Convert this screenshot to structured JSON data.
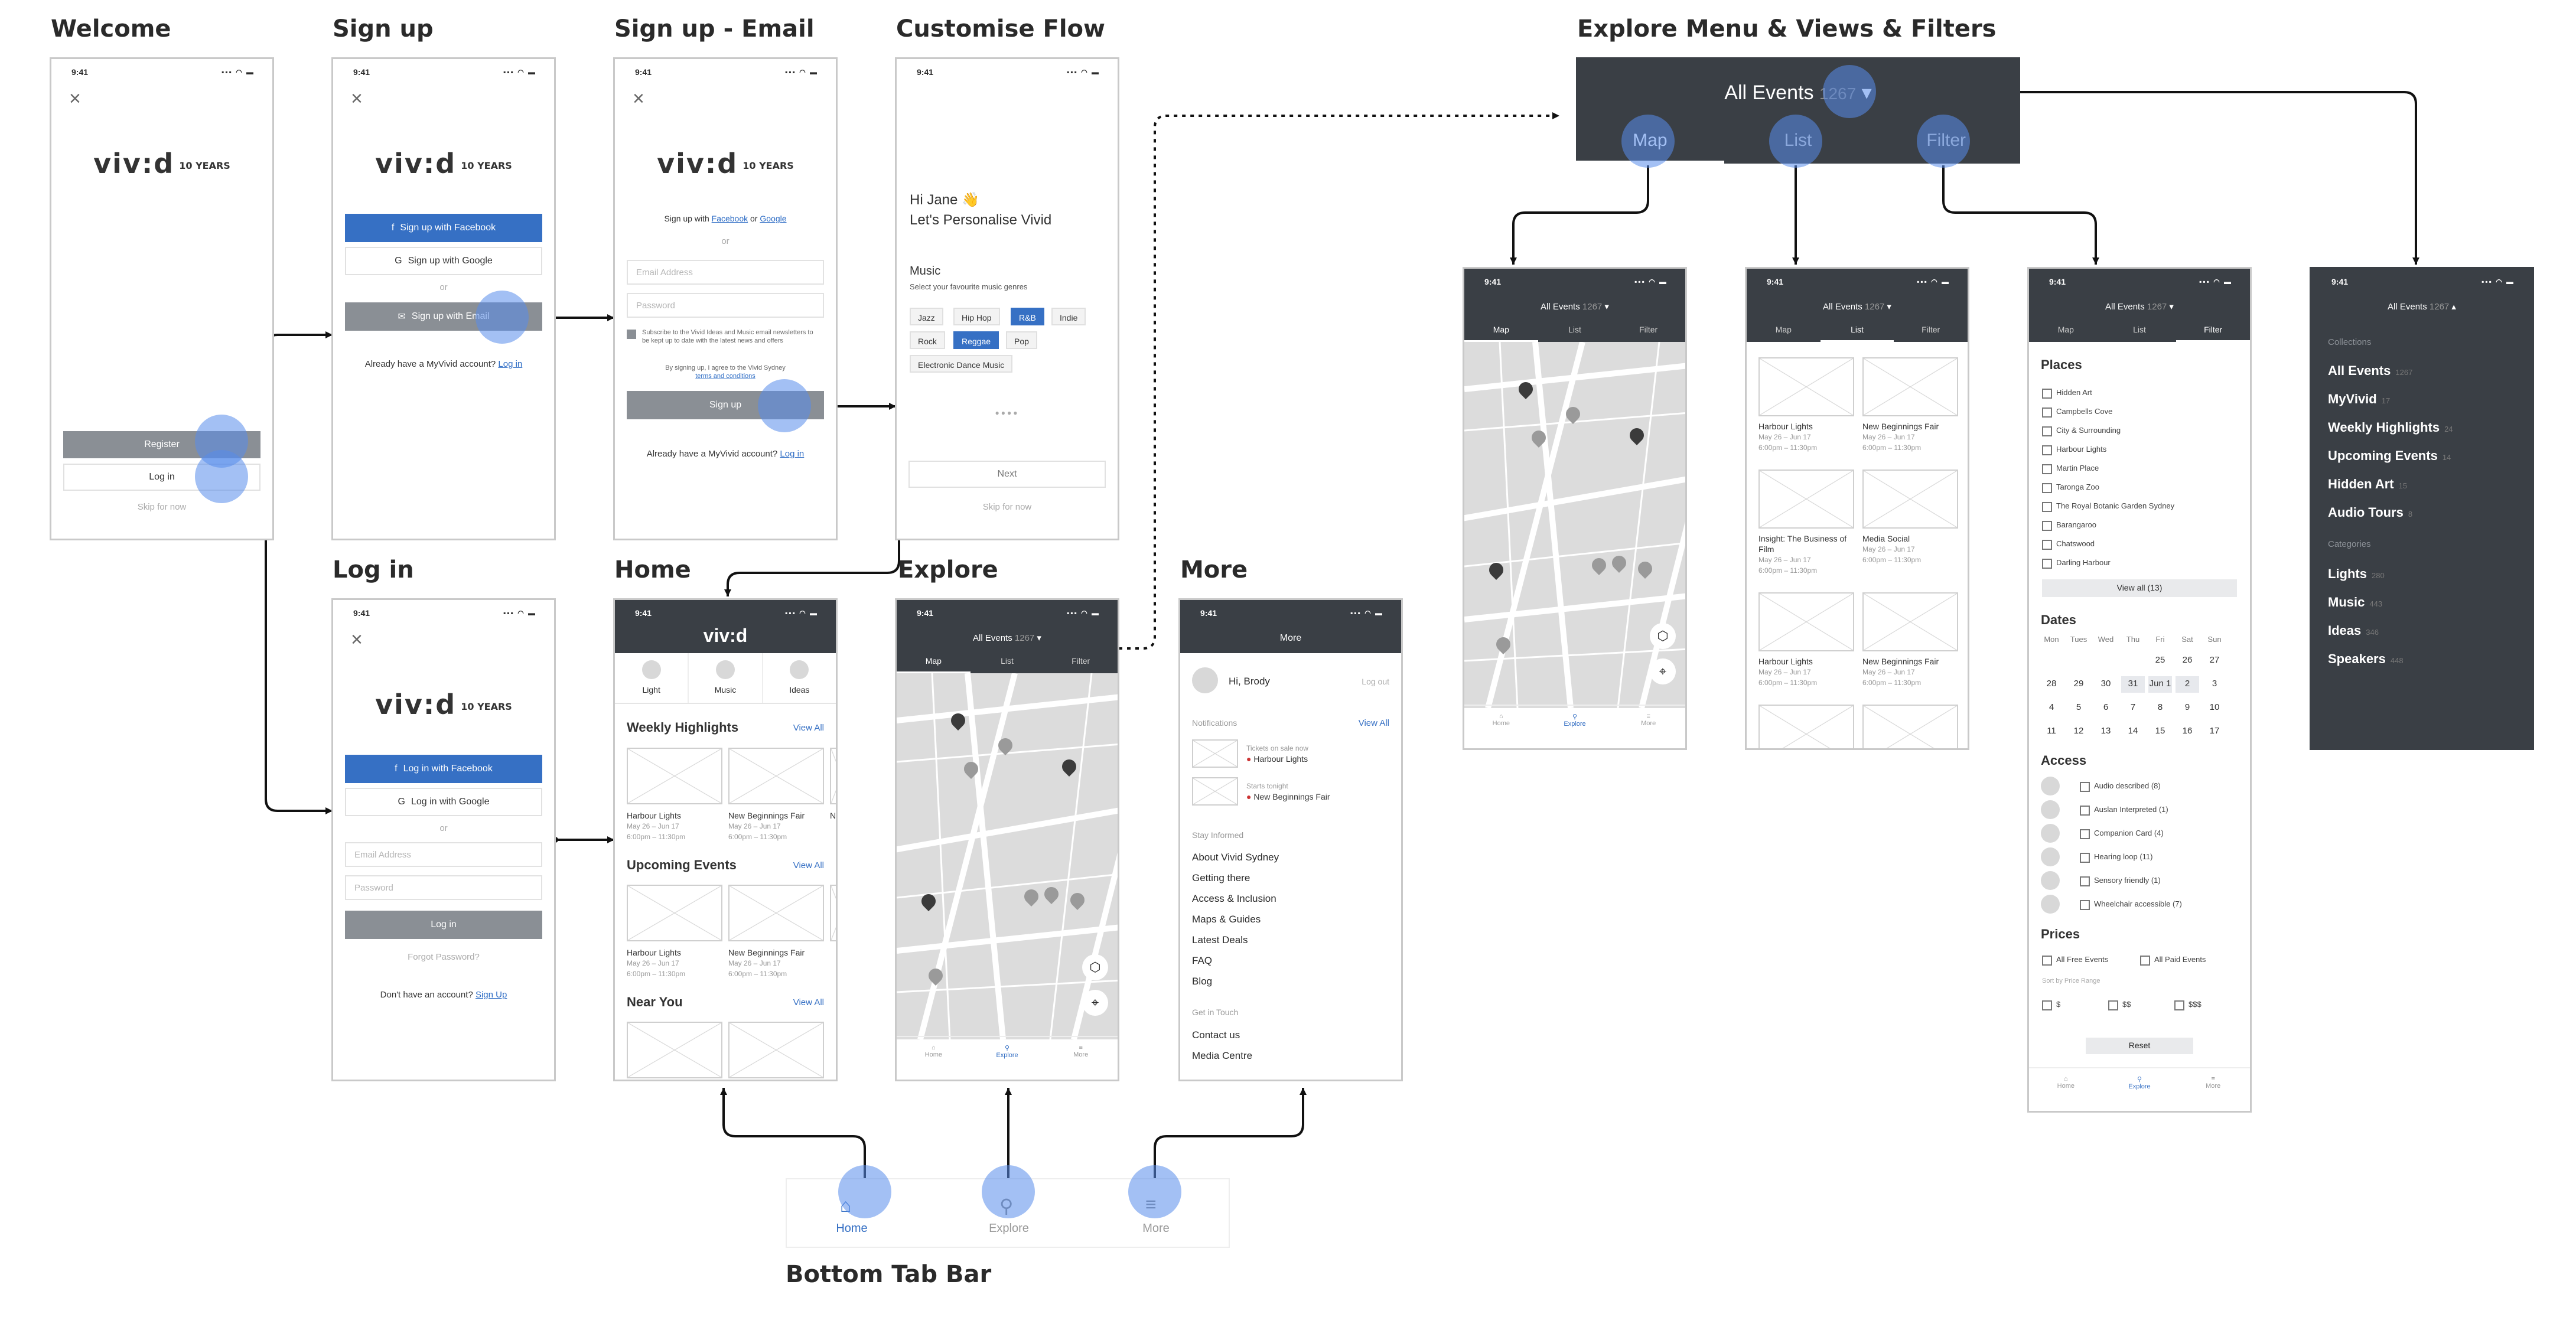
{
  "status": {
    "time": "9:41",
    "icons": "▪▪▪ ◠ ▬"
  },
  "titles": {
    "welcome": "Welcome",
    "signup": "Sign up",
    "signup_email": "Sign up - Email",
    "customise": "Customise Flow",
    "explore_menu": "Explore Menu & Views & Filters",
    "login": "Log in",
    "home": "Home",
    "explore": "Explore",
    "more": "More",
    "bottom_tab": "Bottom Tab Bar"
  },
  "logo": {
    "text": "viv:d",
    "badge": "10 YEARS"
  },
  "welcome": {
    "register": "Register",
    "login": "Log in",
    "skip": "Skip for now"
  },
  "signup": {
    "facebook": "Sign up with Facebook",
    "google": "Sign up with Google",
    "or": "or",
    "email": "Sign up with Email",
    "already": "Already have a MyVivid account?",
    "login_link": "Log in"
  },
  "signup_email": {
    "with": "Sign up with",
    "facebook": "Facebook",
    "or_word": "or",
    "google": "Google",
    "email": "Email Address",
    "password": "Password",
    "subscribe": "Subscribe to the Vivid Ideas and Music email newsletters to be kept up to date with the latest news and offers",
    "terms_pre": "By signing up, I agree to the Vivid Sydney",
    "terms": "terms and conditions",
    "signup": "Sign up",
    "already": "Already have a MyVivid account?",
    "login_link": "Log in"
  },
  "customise": {
    "hi": "Hi Jane 👋",
    "personalise": "Let's Personalise Vivid",
    "music": "Music",
    "select": "Select your favourite music genres",
    "genres": [
      "Jazz",
      "Hip Hop",
      "R&B",
      "Indie",
      "Rock",
      "Reggae",
      "Pop",
      "Electronic Dance Music"
    ],
    "next": "Next",
    "skip": "Skip for now"
  },
  "login": {
    "facebook": "Log in with Facebook",
    "google": "Log in with Google",
    "or": "or",
    "email": "Email Address",
    "password": "Password",
    "login": "Log in",
    "forgot": "Forgot Password?",
    "noacc": "Don't have an account?",
    "signup_link": "Sign Up"
  },
  "home": {
    "cats": [
      "Light",
      "Music",
      "Ideas"
    ],
    "weekly": "Weekly Highlights",
    "upcoming": "Upcoming Events",
    "near": "Near You",
    "view_all": "View All",
    "ev1": "Harbour Lights",
    "ev2": "New Beginnings Fair",
    "ev3": "N",
    "date": "May 26 – Jun 17",
    "time": "6:00pm – 11:30pm"
  },
  "explore": {
    "all_events": "All Events",
    "count": "1267",
    "tabs": [
      "Map",
      "List",
      "Filter"
    ]
  },
  "bottom": [
    "Home",
    "Explore",
    "More"
  ],
  "more": {
    "header": "More",
    "hi": "Hi, Brody",
    "logout": "Log out",
    "notifications": "Notifications",
    "view_all": "View All",
    "n1_small": "Tickets on sale now",
    "n1": "Harbour Lights",
    "n2_small": "Starts tonight",
    "n2": "New Beginnings Fair",
    "stay": "Stay Informed",
    "links": [
      "About Vivid Sydney",
      "Getting there",
      "Access & Inclusion",
      "Maps & Guides",
      "Latest Deals",
      "FAQ",
      "Blog"
    ],
    "touch": "Get in Touch",
    "links2": [
      "Contact us",
      "Media Centre"
    ]
  },
  "list": {
    "e1": "Harbour Lights",
    "e2": "New Beginnings Fair",
    "e3": "Insight: The Business of Film",
    "e4": "Media Social",
    "e5": "Harbour Lights",
    "e6": "New Beginnings Fair"
  },
  "filter": {
    "places": "Places",
    "place_items": [
      "Hidden Art",
      "Campbells Cove",
      "City & Surrounding",
      "Harbour Lights",
      "Martin Place",
      "Taronga Zoo",
      "The Royal Botanic Garden Sydney",
      "Barangaroo",
      "Chatswood",
      "Darling Harbour"
    ],
    "view_all": "View all (13)",
    "dates": "Dates",
    "dow": [
      "Mon",
      "Tues",
      "Wed",
      "Thu",
      "Fri",
      "Sat",
      "Sun"
    ],
    "access": "Access",
    "access_items": [
      "Audio described (8)",
      "Auslan Interpreted (1)",
      "Companion Card (4)",
      "Hearing loop (11)",
      "Sensory friendly (1)",
      "Wheelchair accessible (7)"
    ],
    "prices": "Prices",
    "price_items": [
      "All Free Events",
      "All Paid Events"
    ],
    "sort": "Sort by Price Range",
    "tiers": [
      "$",
      "$$",
      "$$$"
    ],
    "reset": "Reset"
  },
  "collections": {
    "collections": "Collections",
    "items": [
      {
        "n": "All Events",
        "c": "1267"
      },
      {
        "n": "MyVivid",
        "c": "17"
      },
      {
        "n": "Weekly Highlights",
        "c": "24"
      },
      {
        "n": "Upcoming Events",
        "c": "14"
      },
      {
        "n": "Hidden Art",
        "c": "15"
      },
      {
        "n": "Audio Tours",
        "c": "8"
      }
    ],
    "categories": "Categories",
    "cats": [
      {
        "n": "Lights",
        "c": "280"
      },
      {
        "n": "Music",
        "c": "443"
      },
      {
        "n": "Ideas",
        "c": "346"
      },
      {
        "n": "Speakers",
        "c": "448"
      }
    ]
  },
  "colors": {
    "brand_blue": "#3670c4",
    "dark": "#3a3f45",
    "highlight": "#588ceb"
  }
}
